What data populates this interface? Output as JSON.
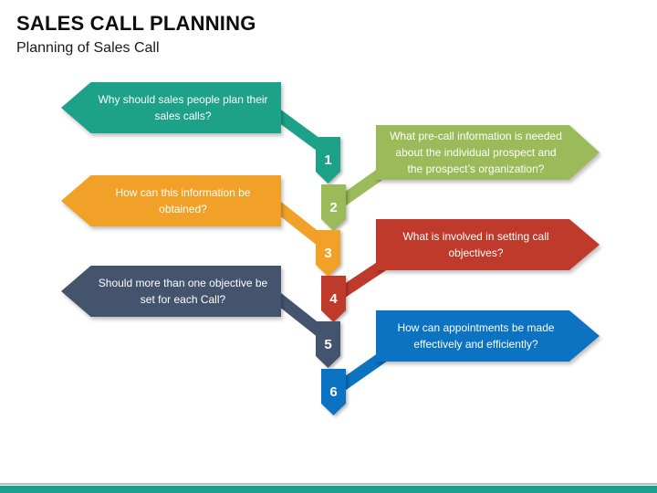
{
  "slide": {
    "title": "SALES CALL PLANNING",
    "subtitle": "Planning of Sales Call",
    "footer_bar_color": "#1fa08b",
    "footer_line_color": "#adc2cc"
  },
  "diagram": {
    "items": [
      {
        "number": "1",
        "side": "left",
        "color": "#1ea189",
        "question": "Why should sales people plan their sales calls?"
      },
      {
        "number": "2",
        "side": "right",
        "color": "#9bba59",
        "question": "What pre-call information is needed about the individual prospect and the prospect’s organization?"
      },
      {
        "number": "3",
        "side": "left",
        "color": "#f2a128",
        "question": "How can this information be obtained?"
      },
      {
        "number": "4",
        "side": "right",
        "color": "#c03a2b",
        "question": "What is involved in setting call objectives?"
      },
      {
        "number": "5",
        "side": "left",
        "color": "#44546c",
        "question": "Should more than one objective be set for each Call?"
      },
      {
        "number": "6",
        "side": "right",
        "color": "#0c72c2",
        "question": "How can appointments be made effectively and efficiently?"
      }
    ]
  }
}
